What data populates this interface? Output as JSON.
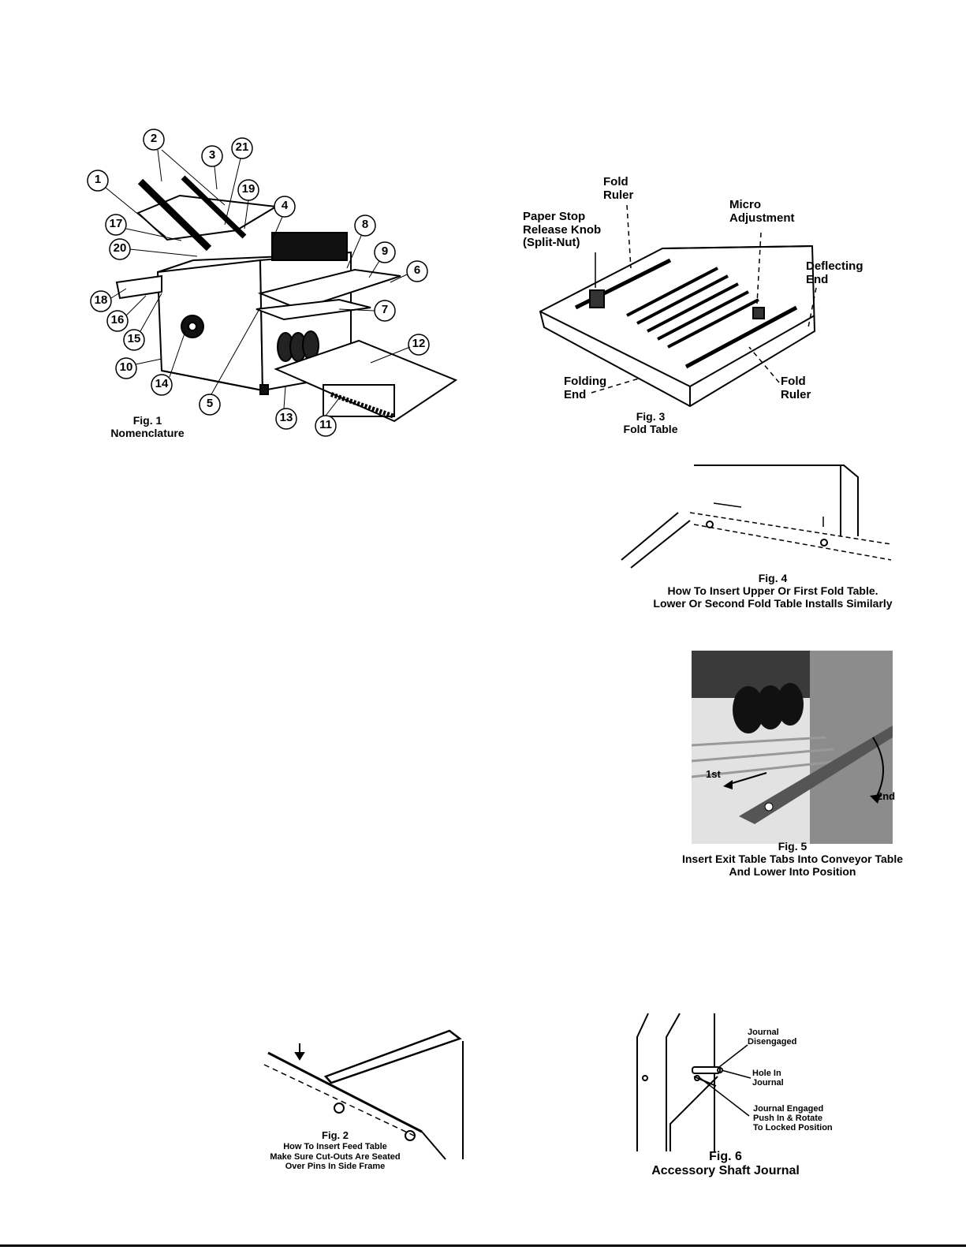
{
  "fig1": {
    "caption_line1": "Fig. 1",
    "caption_line2": "Nomenclature",
    "callouts": [
      "1",
      "2",
      "3",
      "21",
      "19",
      "4",
      "17",
      "20",
      "8",
      "9",
      "6",
      "18",
      "16",
      "15",
      "7",
      "12",
      "10",
      "14",
      "5",
      "13",
      "11"
    ]
  },
  "fig2": {
    "caption_line1": "Fig. 2",
    "caption_line2": "How To Insert Feed Table",
    "caption_line3": "Make Sure Cut-Outs Are Seated",
    "caption_line4": "Over Pins In Side Frame"
  },
  "fig3": {
    "caption_line1": "Fig. 3",
    "caption_line2": "Fold Table",
    "label_fold_ruler_top_1": "Fold",
    "label_fold_ruler_top_2": "Ruler",
    "label_paper_stop_1": "Paper Stop",
    "label_paper_stop_2": "Release Knob",
    "label_paper_stop_3": "(Split-Nut)",
    "label_micro_1": "Micro",
    "label_micro_2": "Adjustment",
    "label_deflecting_1": "Deflecting",
    "label_deflecting_2": "End",
    "label_folding_1": "Folding",
    "label_folding_2": "End",
    "label_fold_ruler_bottom_1": "Fold",
    "label_fold_ruler_bottom_2": "Ruler"
  },
  "fig4": {
    "caption_line1": "Fig. 4",
    "caption_line2": "How To Insert Upper Or First Fold Table.",
    "caption_line3": "Lower Or Second Fold Table Installs Similarly"
  },
  "fig5": {
    "caption_line1": "Fig. 5",
    "caption_line2": "Insert Exit Table Tabs Into Conveyor Table",
    "caption_line3": "And Lower Into Position",
    "label_1st": "1st",
    "label_2nd": "2nd"
  },
  "fig6": {
    "caption_line1": "Fig. 6",
    "caption_line2": "Accessory Shaft Journal",
    "label_disengaged_1": "Journal",
    "label_disengaged_2": "Disengaged",
    "label_hole_1": "Hole In",
    "label_hole_2": "Journal",
    "label_engaged_1": "Journal Engaged",
    "label_engaged_2": "Push In & Rotate",
    "label_engaged_3": "To Locked Position"
  }
}
